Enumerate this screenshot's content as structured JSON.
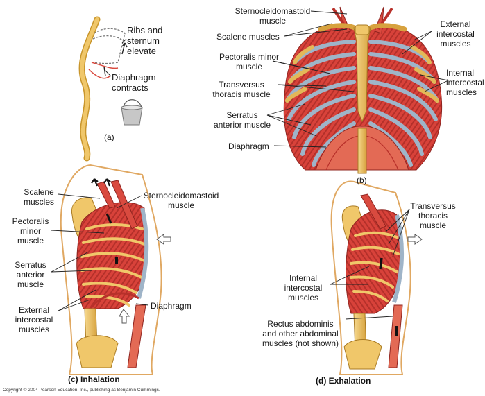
{
  "panel_a": {
    "caption": "(a)",
    "labels": {
      "ribs": "Ribs and\nsternum\nelevate",
      "diaphragm": "Diaphragm\ncontracts"
    }
  },
  "panel_b": {
    "caption": "(b)",
    "labels": {
      "scm": "Sternocleidomastoid\nmuscle",
      "scalene": "Scalene muscles",
      "pect": "Pectoralis minor\nmuscle",
      "transv": "Transversus\nthoracis muscle",
      "serratus": "Serratus\nanterior muscle",
      "diaphragm": "Diaphragm",
      "ext_ic": "External\nintercostal\nmuscles",
      "int_ic": "Internal\nintercostal\nmuscles"
    }
  },
  "panel_c": {
    "caption": "(c) Inhalation",
    "labels": {
      "scalene": "Scalene\nmuscles",
      "scm": "Sternocleidomastoid\nmuscle",
      "pect": "Pectoralis\nminor\nmuscle",
      "serratus": "Serratus\nanterior\nmuscle",
      "ext_ic": "External\nintercostal\nmuscles",
      "diaphragm": "Diaphragm"
    }
  },
  "panel_d": {
    "caption": "(d) Exhalation",
    "labels": {
      "transv": "Transversus\nthoracis\nmuscle",
      "int_ic": "Internal\nintercostal\nmuscles",
      "rectus": "Rectus abdominis\nand other abdominal\nmuscles (not shown)"
    }
  },
  "copyright": "Copyright © 2004 Pearson Education, Inc., publishing as Benjamin Cummings.",
  "colors": {
    "muscle": "#d8423a",
    "muscle_dark": "#a82a24",
    "bone": "#f0c76a",
    "bone_dark": "#c9962c",
    "cartilage": "#9fb4c8",
    "body_outline": "#e0a862"
  }
}
